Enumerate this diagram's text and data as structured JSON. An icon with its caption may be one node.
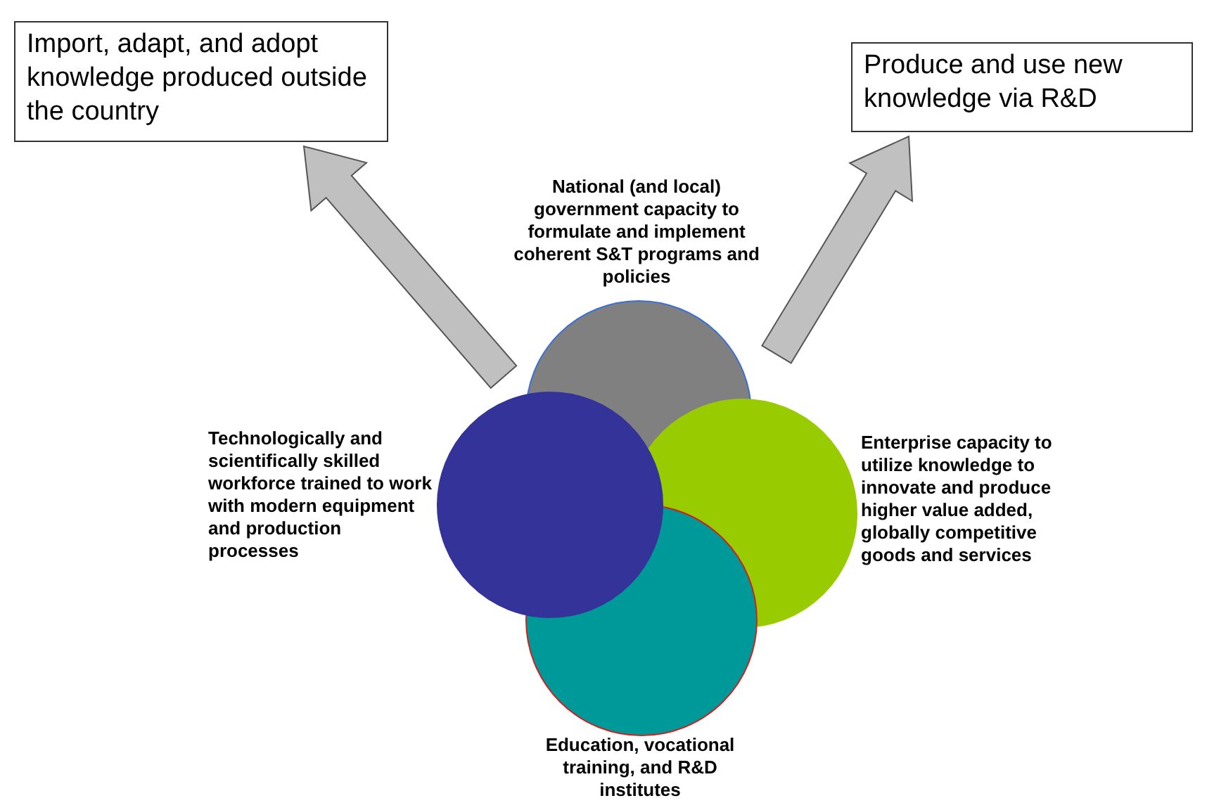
{
  "diagram": {
    "nodes": [
      {
        "text": [
          "Import, adapt, and adopt knowledge produced outside the country"
        ]
      },
      {
        "text": [
          "Produce and use new knowledge via R&D"
        ]
      },
      {
        "text": [
          "National (and local) government capacity to formulate and implement coherent S&T programs and policies"
        ]
      },
      {
        "text": [
          "Technologically and scientifically skilled workforce trained to work with modern equipment and production processes"
        ]
      },
      {
        "text": [
          "Enterprise capacity to utilize knowledge to innovate and produce higher value added, globally competitive goods and services"
        ]
      },
      {
        "text": [
          "Education, vocational training, and R&D institutes"
        ]
      }
    ],
    "edges": [
      {
        "from": 2,
        "to": 0,
        "arrow": "to",
        "style": "thick"
      },
      {
        "from": 2,
        "to": 1,
        "arrow": "to",
        "style": "thick"
      }
    ]
  }
}
